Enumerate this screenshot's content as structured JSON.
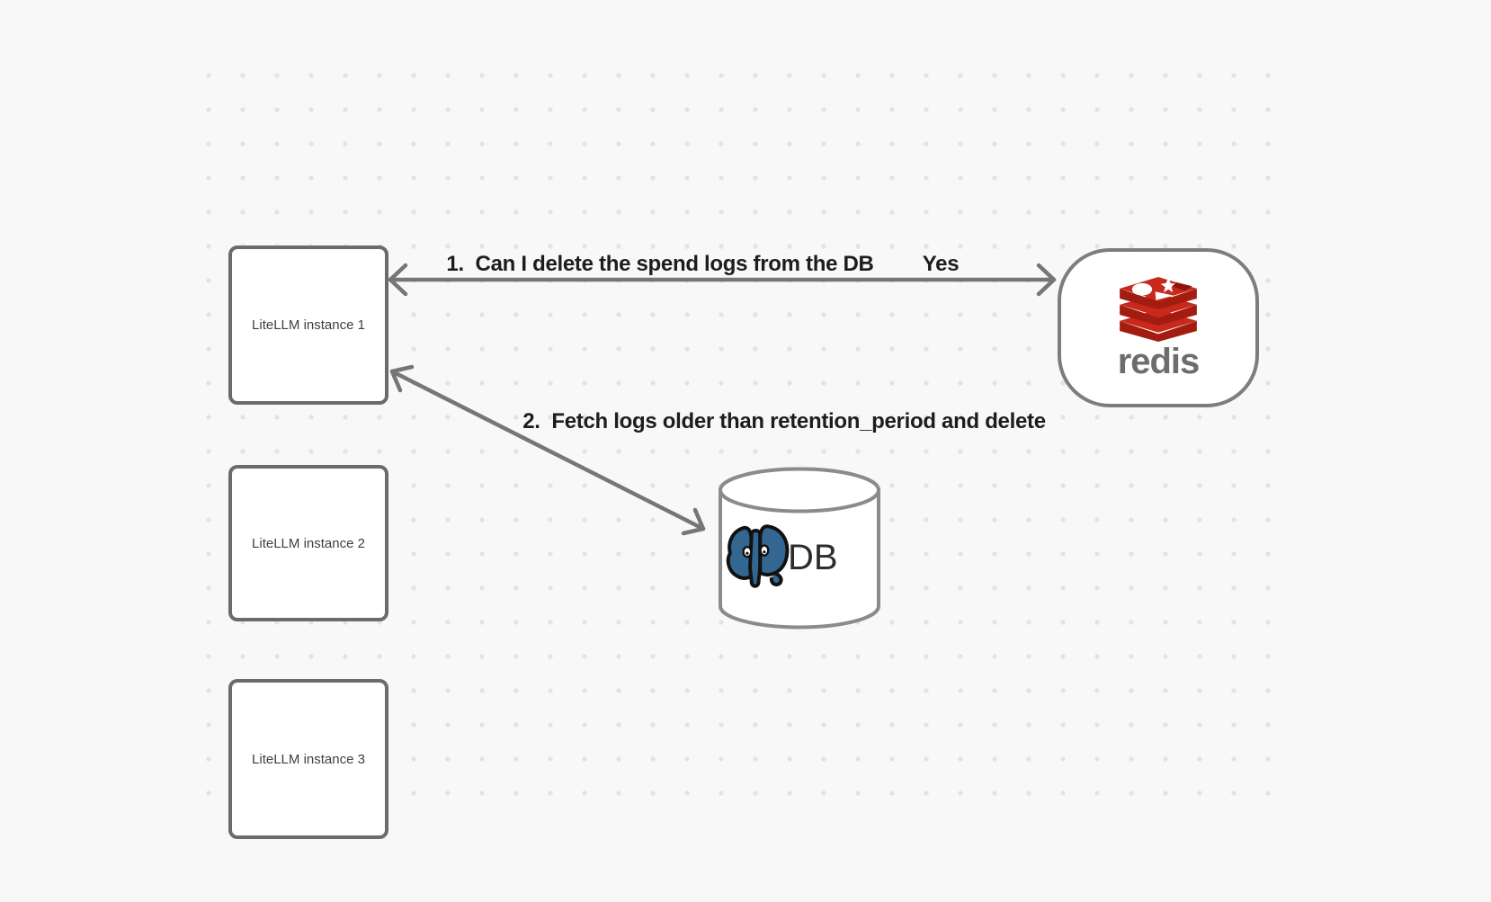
{
  "canvas": {
    "background_color": "#f8f8f8",
    "dot_color": "#e3e3e3"
  },
  "nodes": {
    "litellm_instances": [
      {
        "label": "LiteLLM instance 1"
      },
      {
        "label": "LiteLLM instance 2"
      },
      {
        "label": "LiteLLM instance 3"
      }
    ],
    "redis": {
      "wordmark": "redis",
      "logo_colors": {
        "red": "#c9281c",
        "dark_red": "#a21d10",
        "shape_white": "#ffffff"
      }
    },
    "database": {
      "label": "DB",
      "logo": "postgresql-elephant",
      "logo_color": "#336791"
    }
  },
  "edges": [
    {
      "from": "LiteLLM instance 1",
      "to": "redis",
      "label": "1.  Can I delete the spend logs from the DB",
      "response": "Yes",
      "style": "double-arrow"
    },
    {
      "from": "LiteLLM instance 1",
      "to": "DB",
      "label": "2.  Fetch logs older than retention_period and delete",
      "style": "double-arrow"
    }
  ],
  "colors": {
    "box_border": "#6b6b6b",
    "arrow": "#767676",
    "cylinder_border": "#8b8b8b",
    "label_text": "#1d1d1f"
  }
}
